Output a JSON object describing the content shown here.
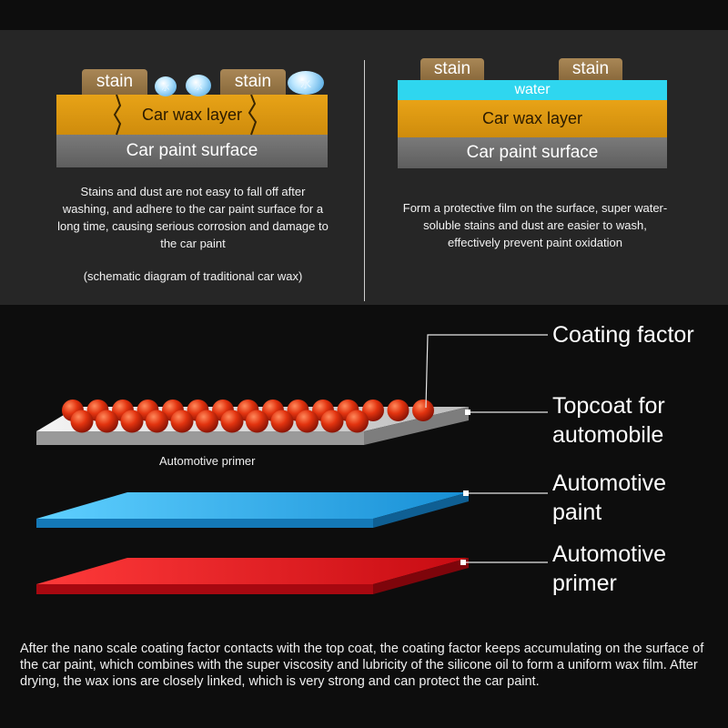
{
  "left_diagram": {
    "stain_labels": [
      "stain",
      "stain"
    ],
    "water_glyph": "水",
    "wax_label": "Car wax layer",
    "paint_label": "Car paint surface",
    "description": "Stains and dust are not easy to fall off after washing, and adhere to the car paint surface for a long time, causing serious corrosion and damage to the car paint",
    "caption": "(schematic diagram of traditional car wax)"
  },
  "right_diagram": {
    "stain_labels": [
      "stain",
      "stain"
    ],
    "water_label": "water",
    "wax_label": "Car wax layer",
    "paint_label": "Car paint surface",
    "description": "Form a protective film on the surface, super water-soluble stains and dust are easier to wash, effectively prevent paint oxidation"
  },
  "layers": {
    "coating_factor": "Coating factor",
    "topcoat": "Topcoat for automobile",
    "topcoat_underlabel": "Automotive primer",
    "paint": "Automotive paint",
    "primer": "Automotive primer"
  },
  "colors": {
    "wax": "#e09a14",
    "paint_surface": "#6b6b6b",
    "water": "#2fd6ef",
    "stain": "#9c7b4a",
    "topcoat_plate": "#d8d8d8",
    "paint_plate": "#2ab4ee",
    "primer_plate": "#e8101a",
    "coating_ball": "#d8260e"
  },
  "footer_text": "After the nano scale coating factor contacts with the top coat, the coating factor keeps accumulating on the surface of the car paint, which combines with the super viscosity and lubricity of the silicone oil to form a uniform wax film. After drying, the wax ions are closely linked, which is very strong and can protect the car paint."
}
